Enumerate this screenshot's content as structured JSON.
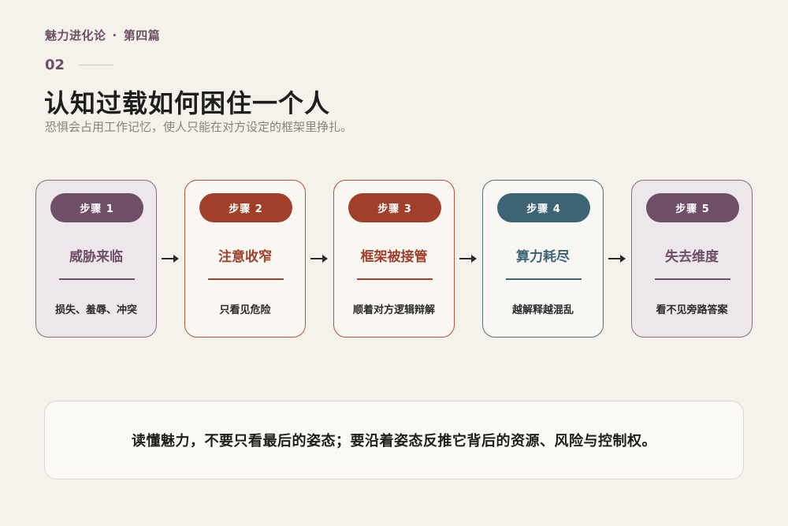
{
  "header": {
    "series": "魅力进化论",
    "separator": "·",
    "chapter": "第四篇",
    "number": "02",
    "title": "认知过载如何困住一个人",
    "subtitle": "恐惧会占用工作记忆，使人只能在对方设定的框架里挣扎。"
  },
  "steps": [
    {
      "label": "步骤 1",
      "title": "威胁来临",
      "desc": "损失、羞辱、冲突",
      "accent": "#6f4e68",
      "fill": "#ede6ea",
      "border": "#8a6c82"
    },
    {
      "label": "步骤 2",
      "title": "注意收窄",
      "desc": "只看见危险",
      "accent": "#a1402a",
      "fill": "#faf7f3",
      "border": "#b2533b"
    },
    {
      "label": "步骤 3",
      "title": "框架被接管",
      "desc": "顺着对方逻辑辩解",
      "accent": "#a1402a",
      "fill": "#faf7f3",
      "border": "#b2533b"
    },
    {
      "label": "步骤 4",
      "title": "算力耗尽",
      "desc": "越解释越混乱",
      "accent": "#3d6475",
      "fill": "#f8f7f4",
      "border": "#4c6e7c"
    },
    {
      "label": "步骤 5",
      "title": "失去维度",
      "desc": "看不见旁路答案",
      "accent": "#6f4e68",
      "fill": "#ede6ea",
      "border": "#8a6c82"
    }
  ],
  "conclusion": "读懂魅力，不要只看最后的姿态；要沿着姿态反推它背后的资源、风险与控制权。"
}
